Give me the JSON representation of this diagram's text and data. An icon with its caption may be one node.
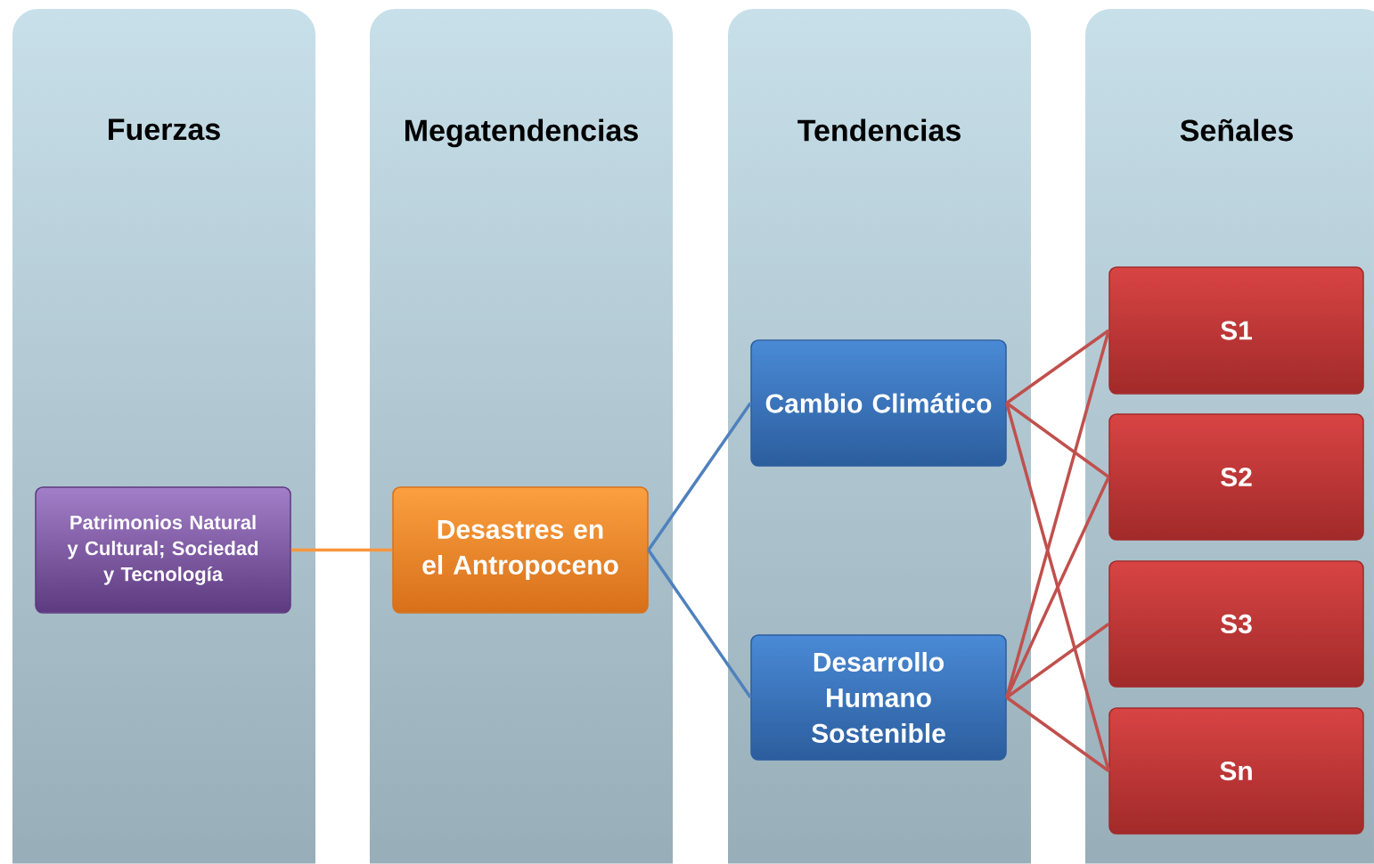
{
  "diagram": {
    "nodes": [
      {
        "text": [
          "Fuerzas"
        ]
      },
      {
        "text": [
          "Megatendencias"
        ]
      },
      {
        "text": [
          "Tendencias"
        ]
      },
      {
        "text": [
          "Señales"
        ]
      },
      {
        "text": [
          "Patrimonios Natural y Cultural; Sociedad y Tecnología"
        ],
        "in": 0
      },
      {
        "text": [
          "Desastres en el Antropoceno"
        ],
        "in": 1
      },
      {
        "text": [
          "Cambio Climático"
        ],
        "in": 2
      },
      {
        "text": [
          "Desarrollo Humano Sostenible"
        ],
        "in": 2
      },
      {
        "text": [
          "S1"
        ],
        "in": 3
      },
      {
        "text": [
          "S2"
        ],
        "in": 3
      },
      {
        "text": [
          "S3"
        ],
        "in": 3
      },
      {
        "text": [
          "Sn"
        ],
        "in": 3
      }
    ],
    "edges": [
      {
        "from": 4,
        "to": 5,
        "arrow": "none",
        "color": "#f7963c"
      },
      {
        "from": 5,
        "to": 6,
        "arrow": "none",
        "color": "#4f81bd"
      },
      {
        "from": 5,
        "to": 7,
        "arrow": "none",
        "color": "#4f81bd"
      },
      {
        "from": 6,
        "to": 8,
        "arrow": "none"
      },
      {
        "from": 6,
        "to": 9,
        "arrow": "none"
      },
      {
        "from": 6,
        "to": 11,
        "arrow": "none"
      },
      {
        "from": 7,
        "to": 8,
        "arrow": "none"
      },
      {
        "from": 7,
        "to": 9,
        "arrow": "none"
      },
      {
        "from": 7,
        "to": 10,
        "arrow": "none"
      },
      {
        "from": 7,
        "to": 11,
        "arrow": "none"
      }
    ]
  }
}
